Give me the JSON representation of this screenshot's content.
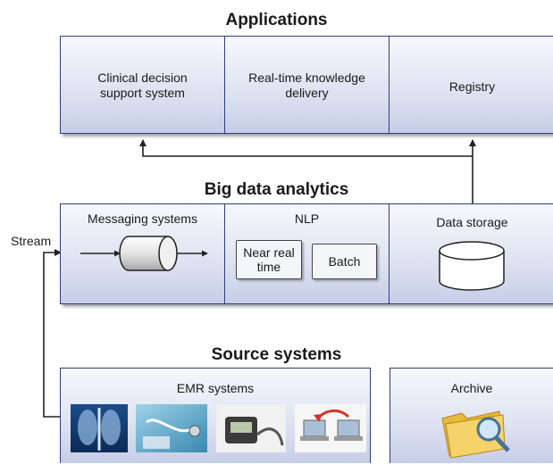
{
  "applications": {
    "title": "Applications",
    "cells": [
      "Clinical decision support system",
      "Real-time knowledge delivery",
      "Registry"
    ]
  },
  "analytics": {
    "title": "Big data analytics",
    "messaging": "Messaging systems",
    "nlp": "NLP",
    "nlp_modes": [
      "Near real time",
      "Batch"
    ],
    "storage": "Data storage"
  },
  "sources": {
    "title": "Source systems",
    "emr": "EMR systems",
    "emr_images": [
      "chest-xray",
      "doctor-stethoscope",
      "blood-pressure-monitor",
      "laptop-transfer"
    ],
    "archive": "Archive",
    "archive_icon": "folder-search-icon"
  },
  "stream_label": "Stream",
  "colors": {
    "border": "#2e3f78",
    "box_fill": "#dde2f1"
  }
}
